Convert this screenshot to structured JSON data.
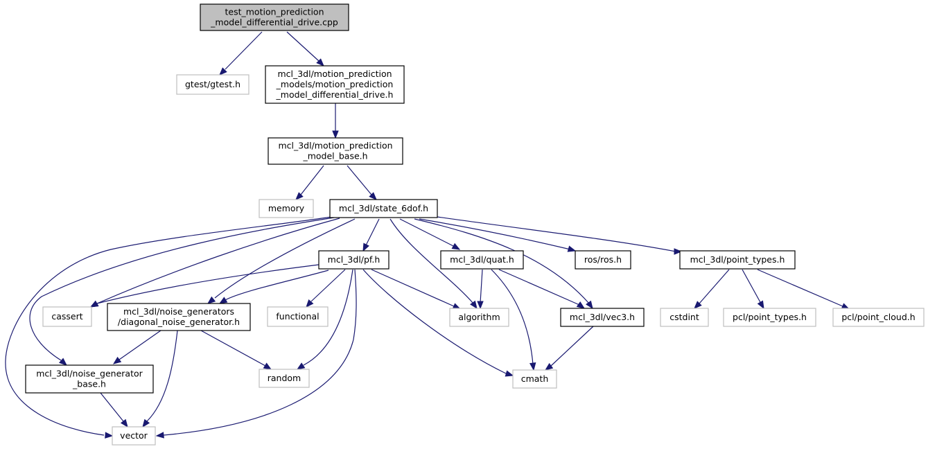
{
  "diagram": {
    "type": "include-dependency-graph",
    "colors": {
      "edge": "#191970",
      "root_fill": "#bfbfbf",
      "internal_border": "#000000",
      "external_border": "#bfbfbf"
    },
    "nodes": [
      {
        "id": "root",
        "lines": [
          "test_motion_prediction",
          "_model_differential_drive.cpp"
        ],
        "kind": "root"
      },
      {
        "id": "gtest",
        "lines": [
          "gtest/gtest.h"
        ],
        "kind": "external"
      },
      {
        "id": "mpmdd",
        "lines": [
          "mcl_3dl/motion_prediction",
          "_models/motion_prediction",
          "_model_differential_drive.h"
        ],
        "kind": "internal"
      },
      {
        "id": "mpmb",
        "lines": [
          "mcl_3dl/motion_prediction",
          "_model_base.h"
        ],
        "kind": "internal"
      },
      {
        "id": "memory",
        "lines": [
          "memory"
        ],
        "kind": "external"
      },
      {
        "id": "state",
        "lines": [
          "mcl_3dl/state_6dof.h"
        ],
        "kind": "internal"
      },
      {
        "id": "pf",
        "lines": [
          "mcl_3dl/pf.h"
        ],
        "kind": "internal"
      },
      {
        "id": "quat",
        "lines": [
          "mcl_3dl/quat.h"
        ],
        "kind": "internal"
      },
      {
        "id": "ros",
        "lines": [
          "ros/ros.h"
        ],
        "kind": "internal"
      },
      {
        "id": "pt",
        "lines": [
          "mcl_3dl/point_types.h"
        ],
        "kind": "internal"
      },
      {
        "id": "cassert",
        "lines": [
          "cassert"
        ],
        "kind": "external"
      },
      {
        "id": "dng",
        "lines": [
          "mcl_3dl/noise_generators",
          "/diagonal_noise_generator.h"
        ],
        "kind": "internal"
      },
      {
        "id": "functional",
        "lines": [
          "functional"
        ],
        "kind": "external"
      },
      {
        "id": "algorithm",
        "lines": [
          "algorithm"
        ],
        "kind": "external"
      },
      {
        "id": "vec3",
        "lines": [
          "mcl_3dl/vec3.h"
        ],
        "kind": "internal"
      },
      {
        "id": "cstdint",
        "lines": [
          "cstdint"
        ],
        "kind": "external"
      },
      {
        "id": "pclpt",
        "lines": [
          "pcl/point_types.h"
        ],
        "kind": "external"
      },
      {
        "id": "pclpc",
        "lines": [
          "pcl/point_cloud.h"
        ],
        "kind": "external"
      },
      {
        "id": "ngb",
        "lines": [
          "mcl_3dl/noise_generator",
          "_base.h"
        ],
        "kind": "internal"
      },
      {
        "id": "random",
        "lines": [
          "random"
        ],
        "kind": "external"
      },
      {
        "id": "cmath",
        "lines": [
          "cmath"
        ],
        "kind": "external"
      },
      {
        "id": "vector",
        "lines": [
          "vector"
        ],
        "kind": "external"
      }
    ],
    "edges": [
      {
        "from": "root",
        "to": "gtest"
      },
      {
        "from": "root",
        "to": "mpmdd"
      },
      {
        "from": "mpmdd",
        "to": "mpmb"
      },
      {
        "from": "mpmb",
        "to": "memory"
      },
      {
        "from": "mpmb",
        "to": "state"
      },
      {
        "from": "state",
        "to": "vector"
      },
      {
        "from": "state",
        "to": "ngb"
      },
      {
        "from": "state",
        "to": "cassert"
      },
      {
        "from": "state",
        "to": "dng"
      },
      {
        "from": "state",
        "to": "pf"
      },
      {
        "from": "state",
        "to": "algorithm"
      },
      {
        "from": "state",
        "to": "quat"
      },
      {
        "from": "state",
        "to": "vec3"
      },
      {
        "from": "state",
        "to": "ros"
      },
      {
        "from": "state",
        "to": "pt"
      },
      {
        "from": "pf",
        "to": "cassert"
      },
      {
        "from": "pf",
        "to": "dng"
      },
      {
        "from": "pf",
        "to": "functional"
      },
      {
        "from": "pf",
        "to": "random"
      },
      {
        "from": "pf",
        "to": "vector"
      },
      {
        "from": "pf",
        "to": "algorithm"
      },
      {
        "from": "pf",
        "to": "cmath"
      },
      {
        "from": "quat",
        "to": "algorithm"
      },
      {
        "from": "quat",
        "to": "cmath"
      },
      {
        "from": "quat",
        "to": "vec3"
      },
      {
        "from": "vec3",
        "to": "cmath"
      },
      {
        "from": "pt",
        "to": "cstdint"
      },
      {
        "from": "pt",
        "to": "pclpt"
      },
      {
        "from": "pt",
        "to": "pclpc"
      },
      {
        "from": "dng",
        "to": "ngb"
      },
      {
        "from": "dng",
        "to": "vector"
      },
      {
        "from": "dng",
        "to": "random"
      },
      {
        "from": "ngb",
        "to": "vector"
      }
    ]
  }
}
